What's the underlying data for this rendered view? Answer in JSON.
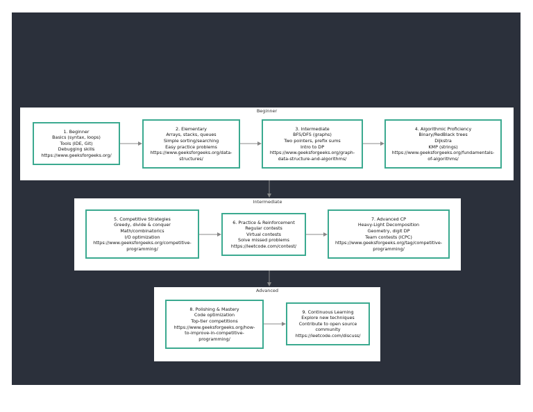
{
  "colors": {
    "background": "#2b303b",
    "node_border": "#3aa98f",
    "edge": "#888888"
  },
  "clusters": [
    {
      "label": "Beginner"
    },
    {
      "label": "Intermediate"
    },
    {
      "label": "Advanced"
    }
  ],
  "nodes": [
    {
      "lines": [
        "1. Beginner",
        "Basics (syntax, loops)",
        "Tools (IDE, Git)",
        "Debugging skills",
        "https://www.geeksforgeeks.org/"
      ]
    },
    {
      "lines": [
        "2. Elementary",
        "Arrays, stacks, queues",
        "Simple sorting/searching",
        "Easy practice problems",
        "https://www.geeksforgeeks.org/data-",
        "structures/"
      ]
    },
    {
      "lines": [
        "3. Intermediate",
        "BFS/DFS (graphs)",
        "Two pointers, prefix sums",
        "Intro to DP",
        "https://www.geeksforgeeks.org/graph-",
        "data-structure-and-algorithms/"
      ]
    },
    {
      "lines": [
        "4. Algorithmic Proficiency",
        "Binary/RedBlack trees",
        "Dijkstra",
        "KMP (strings)",
        "https://www.geeksforgeeks.org/fundamentals-",
        "of-algorithms/"
      ]
    },
    {
      "lines": [
        "5. Competitive Strategies",
        "Greedy, divide & conquer",
        "Math/combinatorics",
        "I/O optimization",
        "https://www.geeksforgeeks.org/competitive-",
        "programming/"
      ]
    },
    {
      "lines": [
        "6. Practice & Reinforcement",
        "Regular contests",
        "Virtual contests",
        "Solve missed problems",
        "https://leetcode.com/contest/"
      ]
    },
    {
      "lines": [
        "7. Advanced CP",
        "Heavy-Light Decomposition",
        "Geometry, digit DP",
        "Team contests (ICPC)",
        "https://www.geeksforgeeks.org/tag/competitive-",
        "programming/"
      ]
    },
    {
      "lines": [
        "8. Polishing & Mastery",
        "Code optimization",
        "Top-tier competitions",
        "https://www.geeksforgeeks.org/how-",
        "to-improve-in-competitive-",
        "programming/"
      ]
    },
    {
      "lines": [
        "9. Continuous Learning",
        "Explore new techniques",
        "Contribute to open source",
        "community",
        "https://leetcode.com/discuss/"
      ]
    }
  ]
}
